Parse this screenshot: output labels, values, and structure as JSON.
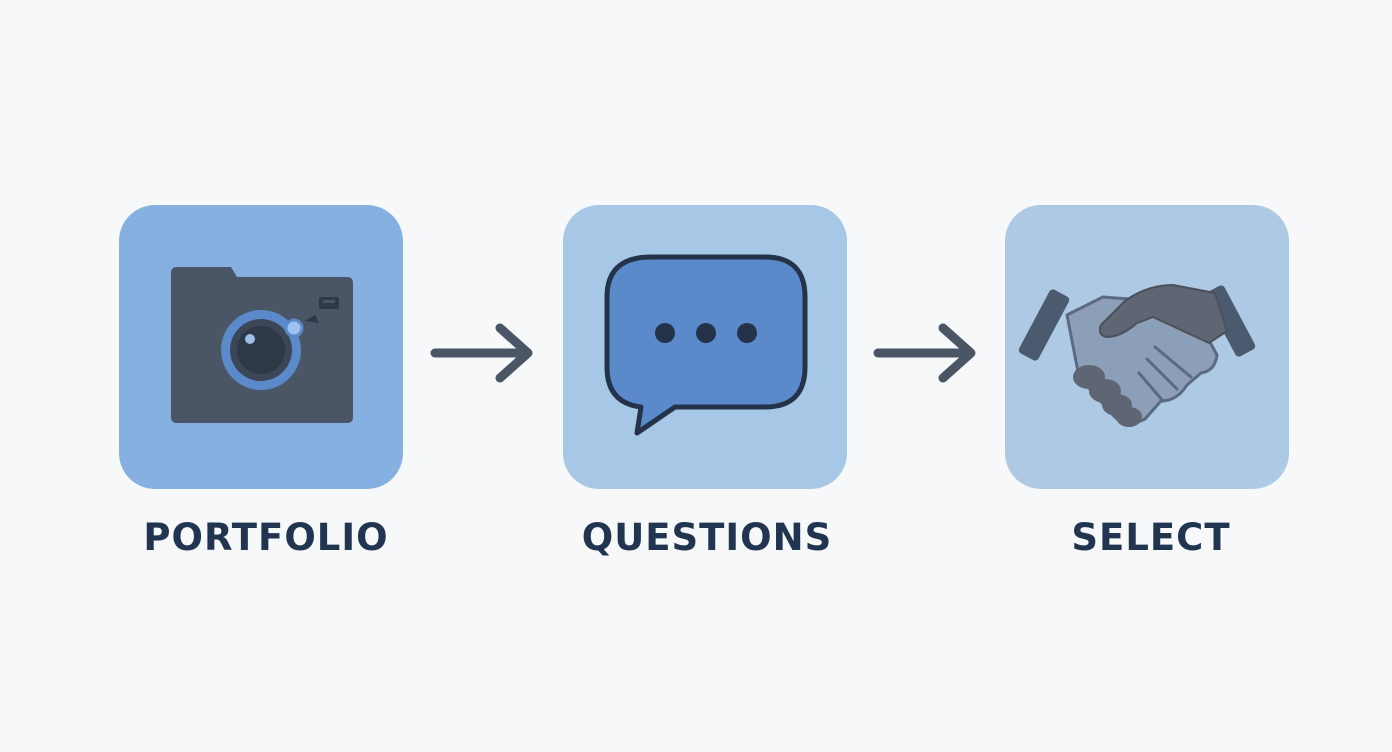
{
  "steps": [
    {
      "label": "PORTFOLIO",
      "icon": "camera-folder-icon",
      "tile_color": "#86b0e0"
    },
    {
      "label": "QUESTIONS",
      "icon": "chat-bubble-icon",
      "tile_color": "#a7c7e7"
    },
    {
      "label": "SELECT",
      "icon": "handshake-icon",
      "tile_color": "#aec9e3"
    }
  ],
  "connectors": [
    "arrow-right-icon",
    "arrow-right-icon"
  ],
  "colors": {
    "background": "#f7f8f9",
    "text": "#213551",
    "icon_dark": "#4a5566",
    "accent_blue": "#5b8acb"
  }
}
